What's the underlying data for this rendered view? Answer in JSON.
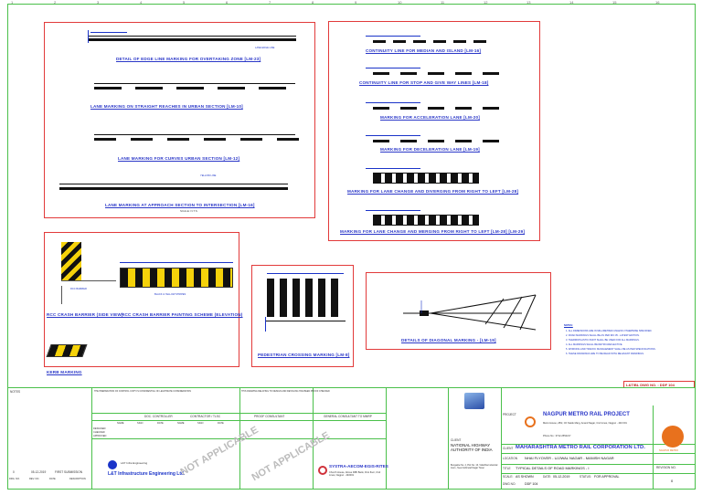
{
  "captions": {
    "p1_1": "DETAIL OF EDGE LINE MARKING FOR OVERTAKING ZONE [LM-23]",
    "p1_2": "LANE MARKING ON STRAIGHT REACHES IN URBAN SECTION [LM-10]",
    "p1_3": "LANE MARKING FOR CURVES URBAN SECTION [LM-12]",
    "p1_4": "LANE MARKING AT APPROACH SECTION TO INTERSECTION [LM-16]",
    "p2_1": "CONTINUITY LINE FOR MEDIAN AND ISLAND [LM-16]",
    "p2_2": "CONTINUITY LINE FOR STOP AND GIVE WAY LINES [LM-18]",
    "p2_3": "MARKING FOR ACCELERATION LANE [LM-20]",
    "p2_4": "MARKING FOR DECELERATION LANE [LM-19]",
    "p2_5": "MARKING FOR LANE CHANGE AND DIVERGING FROM RIGHT TO LEFT [LM-28]",
    "p2_6": "MARKING FOR LANE CHANGE AND MERGING FROM RIGHT TO LEFT [LM-28] [LM-29]",
    "p3_1": "RCC CRASH BARRIER (SIDE VIEW)",
    "p3_2": "RCC CRASH BARRIER PAINTING SCHEME (ELEVATION)",
    "p3_3": "KERB MARKING",
    "p4_1": "PEDESTRIAN CROSSING MARKING [LM-8]",
    "p5_1": "DETAILS OF DIAGONAL MARKING - [LM-19]",
    "scale": "SCALE: N.T.S"
  },
  "notes": {
    "heading": "NOTES:",
    "items": [
      "1. ALL DIMENSIONS ARE IN MILLIMETRES UNLESS OTHERWISE SPECIFIED.",
      "2. ROAD MARKINGS SHALL BE AS PER IRC:35 - LATEST EDITION.",
      "3. THERMOPLASTIC PAINT SHALL BE USED FOR ALL MARKINGS.",
      "4. ALL MARKINGS SHALL BE RETRO-REFLECTIVE.",
      "5. WORKING AND TRAFFIC MANAGEMENT SHALL BE AS PER SPECIFICATIONS.",
      "6. THESE DRAWINGS ARE TO BE READ WITH RELEVANT DRAWINGS."
    ]
  },
  "dwg_no_box": "L&T/BL DWG NO. : DDF 104",
  "titleblock": {
    "notes_label": "NOTES",
    "project_label": "PROJECT",
    "client_label": "CLIENT",
    "location_label": "LOCATION",
    "title_label": "TITLE",
    "project": "NAGPUR METRO RAIL PROJECT",
    "client_long": "MAHARASHTRA METRO RAIL CORPORATION LTD.",
    "client_address": "Metro House, 28/2, CK Naidu Marg, Anand Nagar, Civil Lines, Nagpur - 440 001",
    "phone": "Phone No : 0712-2554217",
    "location": "NHAI FLYOVER - UJJWAL NAGAR - MANISH NAGAR",
    "title": "TYPICAL DETAILS OF ROAD MARKINGS - I",
    "scale_label": "SCALE:",
    "scale_value": "AS SHOWN",
    "date_label": "DATE:",
    "date_value": "05-12-2019",
    "status_label": "STATUS:",
    "status_value": "FOR APPROVAL",
    "dwg_label": "DWG NO.",
    "dwg_value": "DDF 104",
    "rev_label": "REVISION NO.",
    "rev_value": "0",
    "contractor": "L&T Infrastructure Engineering Ltd.",
    "lt_small": "L&T Infra Engineering",
    "doc_control": "DOC. CONTROLLER",
    "contractor_label": "CONTRACTOR / TLSC",
    "proof_consultant": "PROOF CONSULTANT",
    "general_consultant": "GENERAL CONSULTANT TO MMRP",
    "systra": "SYSTRA-AECOM-EGIS-RITES",
    "systra_addr": "Church House, Above IDBI Bank, First floor, Civil Lines, Nagpur - 440001",
    "nhai_client": "CLIENT",
    "nhai": "NATIONAL HIGHWAY AUTHORITY OF INDIA",
    "nhai_addr": "Bungalow No. 4, Plot No. 16, Vidarbha Industrial Assn., Near Ashirwad Nagar Tower",
    "stamp1": "NOT APPLICABLE",
    "stamp2": "NOT APPLICABLE",
    "mahametro_logo": "NAGPUR METRO",
    "reg_table": [
      "DRG. NO.",
      "REV. NO.",
      "DATE",
      "DESCRIPTION"
    ],
    "rev_row": "0",
    "rev_date": "05-12-2019",
    "rev_desc": "FIRST SUBMISSION",
    "col_heads": [
      "NAME",
      "SIGN",
      "DATE",
      "NAME",
      "SIGN",
      "DATE"
    ],
    "row_labels": [
      "DESIGNED",
      "CHECKED",
      "APPROVED"
    ],
    "disclaimer1": "THE PREPARATION OF CONTROL COPY IS CONFIDENTIAL OF LEGITIMATE CONSIDERATION",
    "disclaimer2": "THIS DRAWING RELATING TO DESIGN AND DETAILING HAS BEEN PROOF CHECKED"
  },
  "colors": {
    "panel_border": "#e23a3a",
    "frame": "#4ac04a",
    "caption": "#2a37c8",
    "yellow": "#f5d20a",
    "metro_orange": "#e8711d"
  }
}
